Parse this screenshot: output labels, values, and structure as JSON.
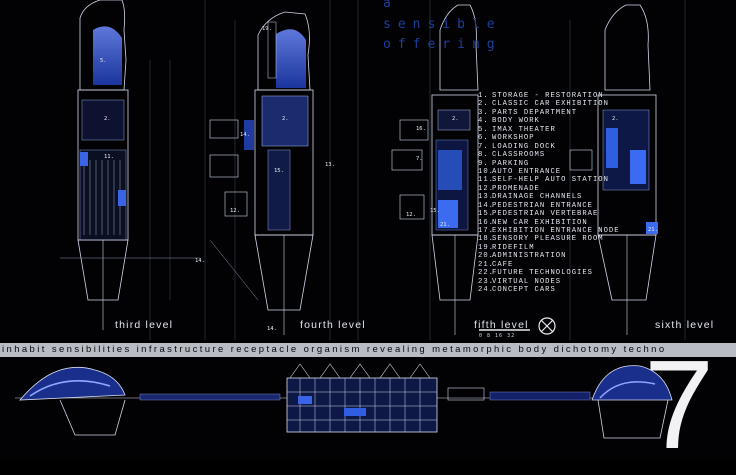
{
  "title": {
    "line1": "a",
    "line2": "sensible",
    "line3": "offering"
  },
  "legend": [
    {
      "num": "1.",
      "label": "STORAGE - RESTORATION"
    },
    {
      "num": "2.",
      "label": "CLASSIC CAR EXHIBITION"
    },
    {
      "num": "3.",
      "label": "PARTS DEPARTMENT"
    },
    {
      "num": "4.",
      "label": "BODY WORK"
    },
    {
      "num": "5.",
      "label": "IMAX THEATER"
    },
    {
      "num": "6.",
      "label": "WORKSHOP"
    },
    {
      "num": "7.",
      "label": "LOADING DOCK"
    },
    {
      "num": "8.",
      "label": "CLASSROOMS"
    },
    {
      "num": "9.",
      "label": "PARKING"
    },
    {
      "num": "10.",
      "label": "AUTO ENTRANCE"
    },
    {
      "num": "11.",
      "label": "SELF-HELP AUTO STATION"
    },
    {
      "num": "12.",
      "label": "PROMENADE"
    },
    {
      "num": "13.",
      "label": "DRAINAGE CHANNELS"
    },
    {
      "num": "14.",
      "label": "PEDESTRIAN ENTRANCE"
    },
    {
      "num": "15.",
      "label": "PEDESTRIAN VERTEBRAE"
    },
    {
      "num": "16.",
      "label": "NEW CAR EXHIBITION"
    },
    {
      "num": "17.",
      "label": "EXHIBITION ENTRANCE NODE"
    },
    {
      "num": "18.",
      "label": "SENSORY PLEASURE ROOM"
    },
    {
      "num": "19.",
      "label": "RIDEFILM"
    },
    {
      "num": "20.",
      "label": "ADMINISTRATION"
    },
    {
      "num": "21.",
      "label": "CAFE"
    },
    {
      "num": "22.",
      "label": "FUTURE TECHNOLOGIES"
    },
    {
      "num": "23.",
      "label": "VIRTUAL NODES"
    },
    {
      "num": "24.",
      "label": "CONCEPT CARS"
    }
  ],
  "levels": {
    "third": "third level",
    "fourth": "fourth level",
    "fifth": "fifth level",
    "sixth": "sixth level"
  },
  "scale_label": "0 8 16 32",
  "strip_text": "inhabit sensibilities infrastructure receptacle organism revealing metamorphic body dichotomy techno",
  "sheet_number": "7",
  "plan_labels": {
    "third": [
      "5.",
      "2.",
      "11.",
      "14."
    ],
    "fourth": [
      "19.",
      "2.",
      "14.",
      "15.",
      "13.",
      "12.",
      "14."
    ],
    "fifth": [
      "2.",
      "16.",
      "7.",
      "12.",
      "15.",
      "21."
    ],
    "sixth": [
      "2.",
      "21."
    ]
  },
  "colors": {
    "background": "#020205",
    "accent_blue": "#2f5fe0",
    "line": "#cfd6e6",
    "title_blue": "#1d3f9a",
    "strip": "#b9bcc3"
  }
}
